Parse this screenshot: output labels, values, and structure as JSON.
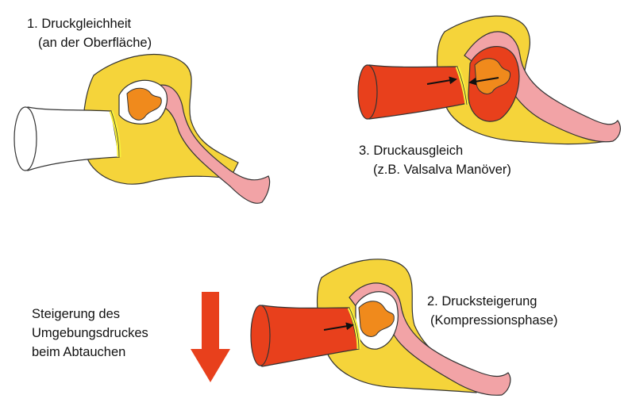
{
  "stages": [
    {
      "title": "1. Druckgleichheit",
      "subtitle": "(an der Oberfläche)"
    },
    {
      "title": "3. Druckausgleich",
      "subtitle": "(z.B. Valsalva Manöver)"
    },
    {
      "title": "2. Drucksteigerung",
      "subtitle": "(Kompressionsphase)"
    }
  ],
  "pressure_note": {
    "lines": [
      "Steigerung des",
      "Umgebungsdruckes",
      "beim Abtauchen"
    ]
  },
  "colors": {
    "ear_canal_pressurized": "#e8401c",
    "ear_canal_outline": "#333333",
    "bone": "#f5d43a",
    "tube": "#f2a3a6",
    "ossicles": "#f08a1c",
    "eardrum": "#f7ef3c",
    "arrow": "#e8401c"
  }
}
